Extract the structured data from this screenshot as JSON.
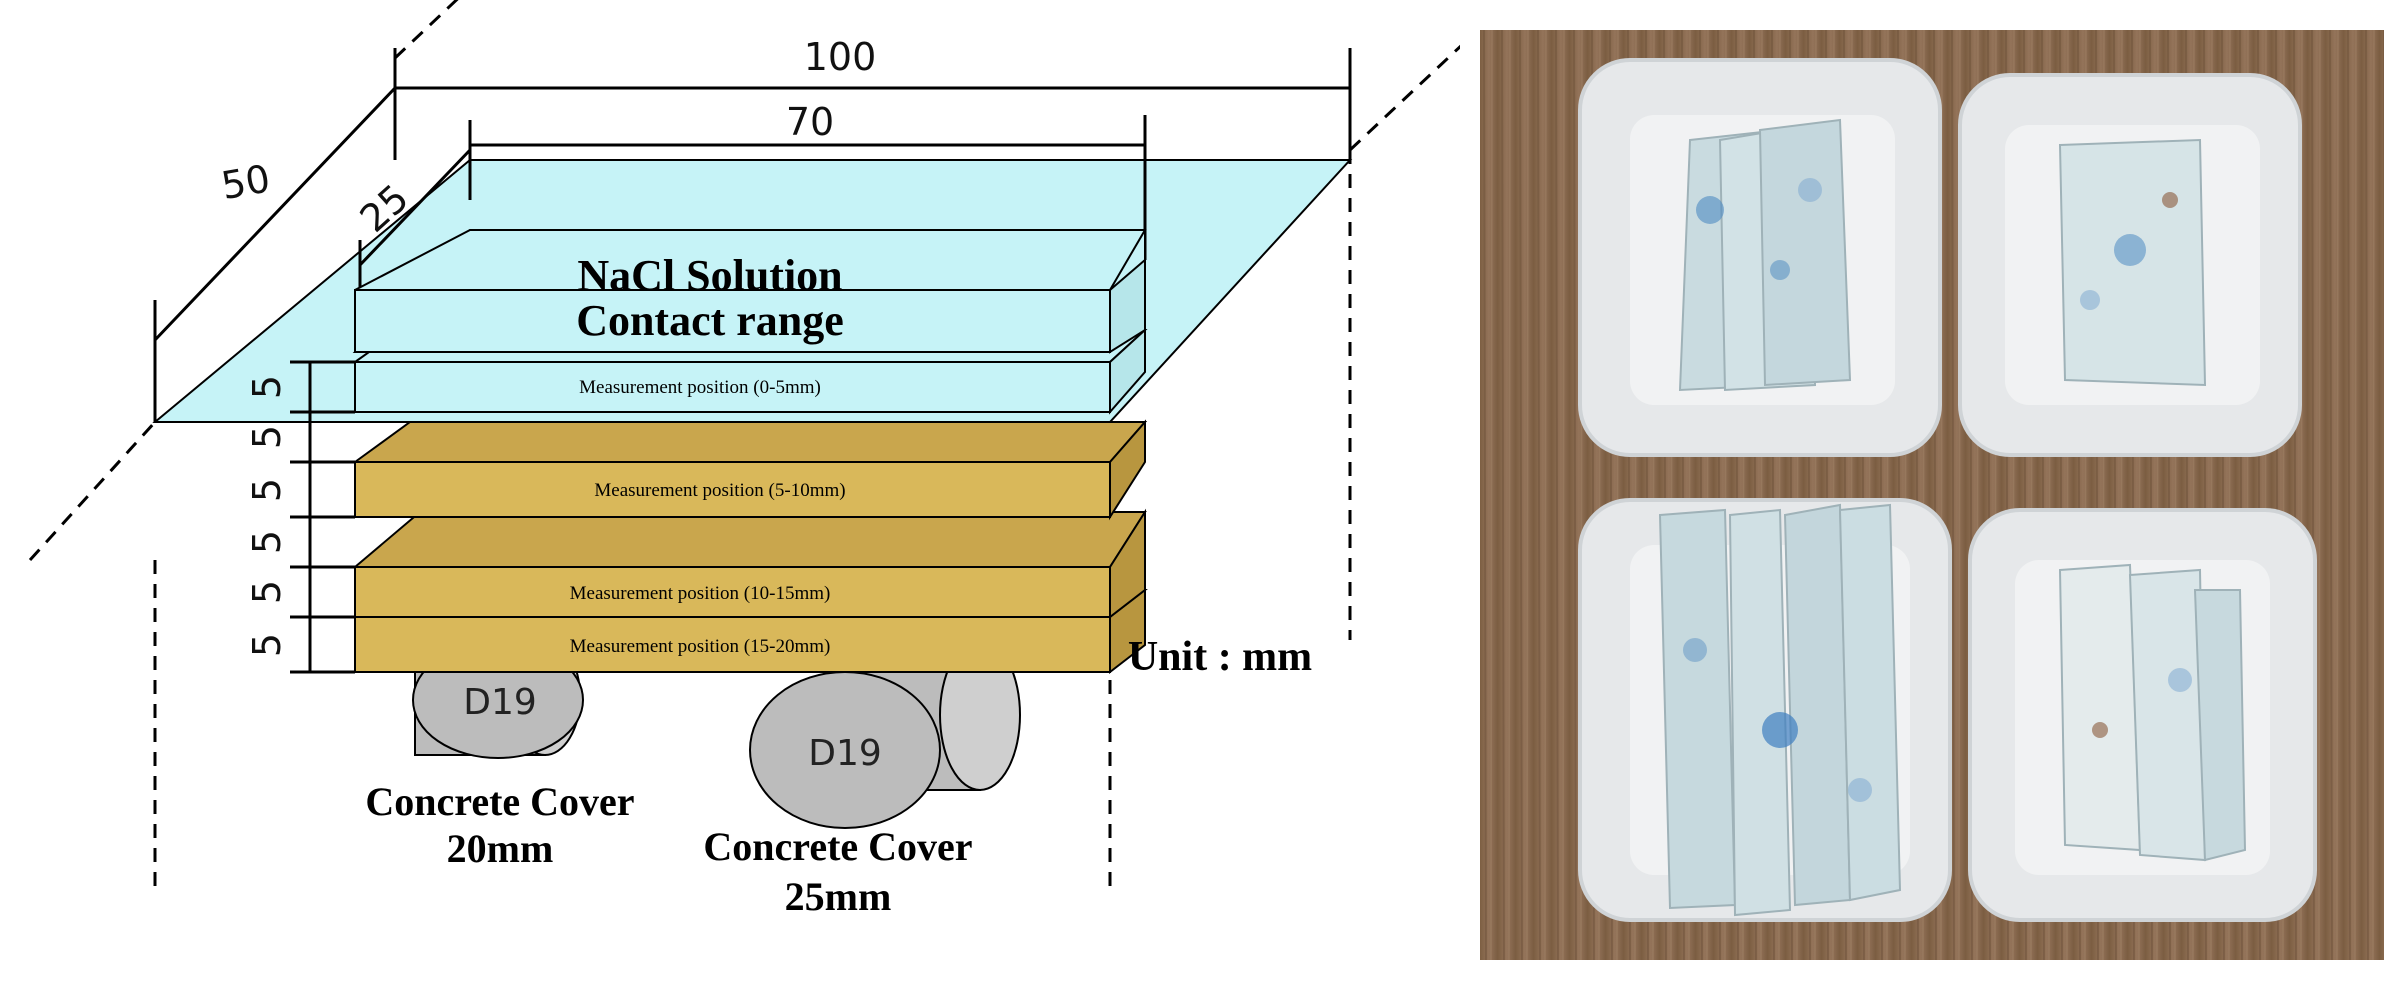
{
  "diagram": {
    "dimensions": {
      "width_total": "100",
      "width_contact": "70",
      "depth_total": "50",
      "depth_contact": "25",
      "layer_thickness": "5"
    },
    "solution_label": {
      "line1": "NaCl Solution",
      "line2": "Contact range"
    },
    "measurement_positions": [
      "Measurement position (0-5mm)",
      "Measurement position (5-10mm)",
      "Measurement position (10-15mm)",
      "Measurement position (15-20mm)"
    ],
    "rebar_label": "D19",
    "covers": [
      {
        "line1": "Concrete Cover",
        "line2": "20mm"
      },
      {
        "line1": "Concrete Cover",
        "line2": "25mm"
      }
    ],
    "unit": "Unit : mm",
    "colors": {
      "solution": "#c6f3f7",
      "concrete_layer": "#d9b85a",
      "rebar": "#bcbcbc",
      "outline": "#000000"
    }
  },
  "photo": {
    "colors": {
      "background_wood": "#8a6a4c",
      "tray": "#e6e8ea",
      "sample": "#c9dbe0",
      "stain": "#4f8bc2"
    }
  }
}
